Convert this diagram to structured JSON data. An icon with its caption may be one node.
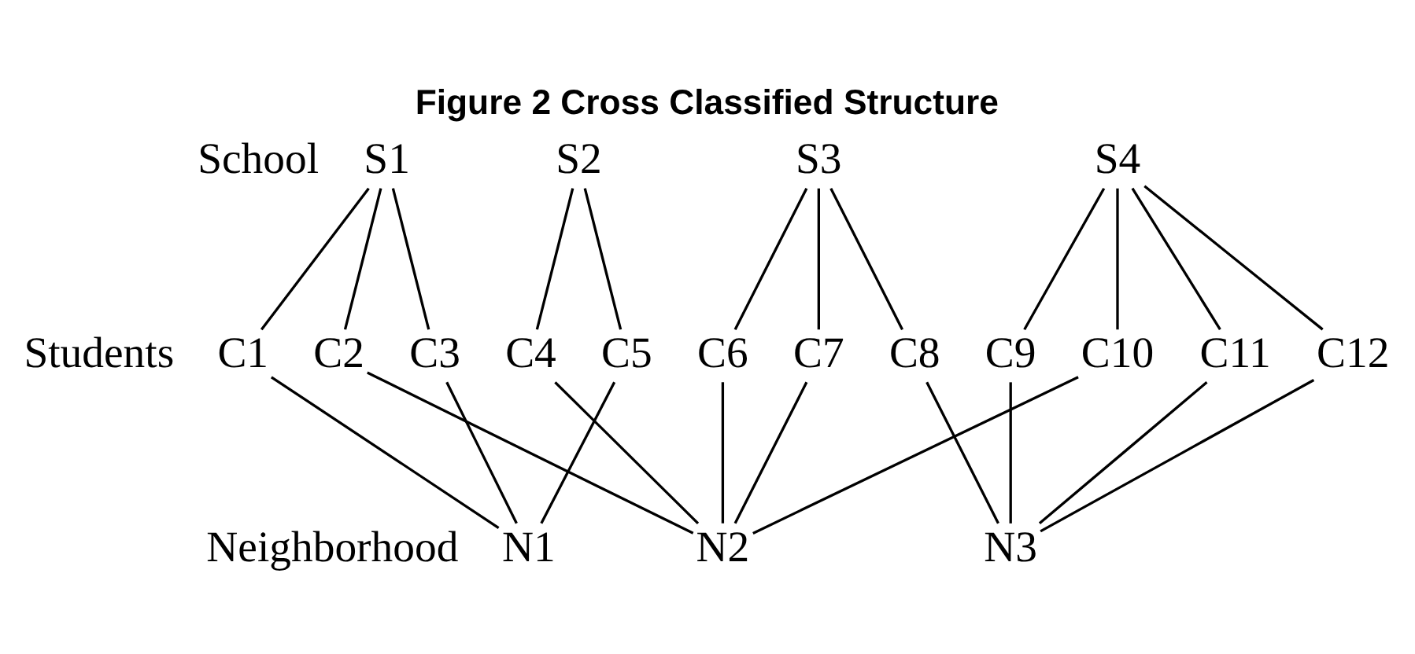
{
  "diagram": {
    "title": "Figure 2 Cross Classified Structure",
    "nodes": [
      {
        "text": [
          "S1"
        ]
      },
      {
        "text": [
          "S2"
        ]
      },
      {
        "text": [
          "S3"
        ]
      },
      {
        "text": [
          "S4"
        ]
      },
      {
        "text": [
          "C1"
        ]
      },
      {
        "text": [
          "C2"
        ]
      },
      {
        "text": [
          "C3"
        ]
      },
      {
        "text": [
          "C4"
        ]
      },
      {
        "text": [
          "C5"
        ]
      },
      {
        "text": [
          "C6"
        ]
      },
      {
        "text": [
          "C7"
        ]
      },
      {
        "text": [
          "C8"
        ]
      },
      {
        "text": [
          "C9"
        ]
      },
      {
        "text": [
          "C10"
        ]
      },
      {
        "text": [
          "C11"
        ]
      },
      {
        "text": [
          "C12"
        ]
      },
      {
        "text": [
          "N1"
        ]
      },
      {
        "text": [
          "N2"
        ]
      },
      {
        "text": [
          "N3"
        ]
      }
    ],
    "edges": [
      {
        "from": 0,
        "to": 4,
        "arrow": "none"
      },
      {
        "from": 0,
        "to": 5,
        "arrow": "none"
      },
      {
        "from": 0,
        "to": 6,
        "arrow": "none"
      },
      {
        "from": 1,
        "to": 7,
        "arrow": "none"
      },
      {
        "from": 1,
        "to": 8,
        "arrow": "none"
      },
      {
        "from": 2,
        "to": 9,
        "arrow": "none"
      },
      {
        "from": 2,
        "to": 10,
        "arrow": "none"
      },
      {
        "from": 2,
        "to": 11,
        "arrow": "none"
      },
      {
        "from": 3,
        "to": 12,
        "arrow": "none"
      },
      {
        "from": 3,
        "to": 13,
        "arrow": "none"
      },
      {
        "from": 3,
        "to": 14,
        "arrow": "none"
      },
      {
        "from": 3,
        "to": 15,
        "arrow": "none"
      },
      {
        "from": 4,
        "to": 16,
        "arrow": "none"
      },
      {
        "from": 6,
        "to": 16,
        "arrow": "none"
      },
      {
        "from": 8,
        "to": 16,
        "arrow": "none"
      },
      {
        "from": 5,
        "to": 17,
        "arrow": "none"
      },
      {
        "from": 7,
        "to": 17,
        "arrow": "none"
      },
      {
        "from": 9,
        "to": 17,
        "arrow": "none"
      },
      {
        "from": 10,
        "to": 17,
        "arrow": "none"
      },
      {
        "from": 13,
        "to": 17,
        "arrow": "none"
      },
      {
        "from": 11,
        "to": 18,
        "arrow": "none"
      },
      {
        "from": 12,
        "to": 18,
        "arrow": "none"
      },
      {
        "from": 14,
        "to": 18,
        "arrow": "none"
      },
      {
        "from": 15,
        "to": 18,
        "arrow": "none"
      }
    ],
    "labels": [
      "School",
      "Students",
      "Neighborhood"
    ]
  }
}
